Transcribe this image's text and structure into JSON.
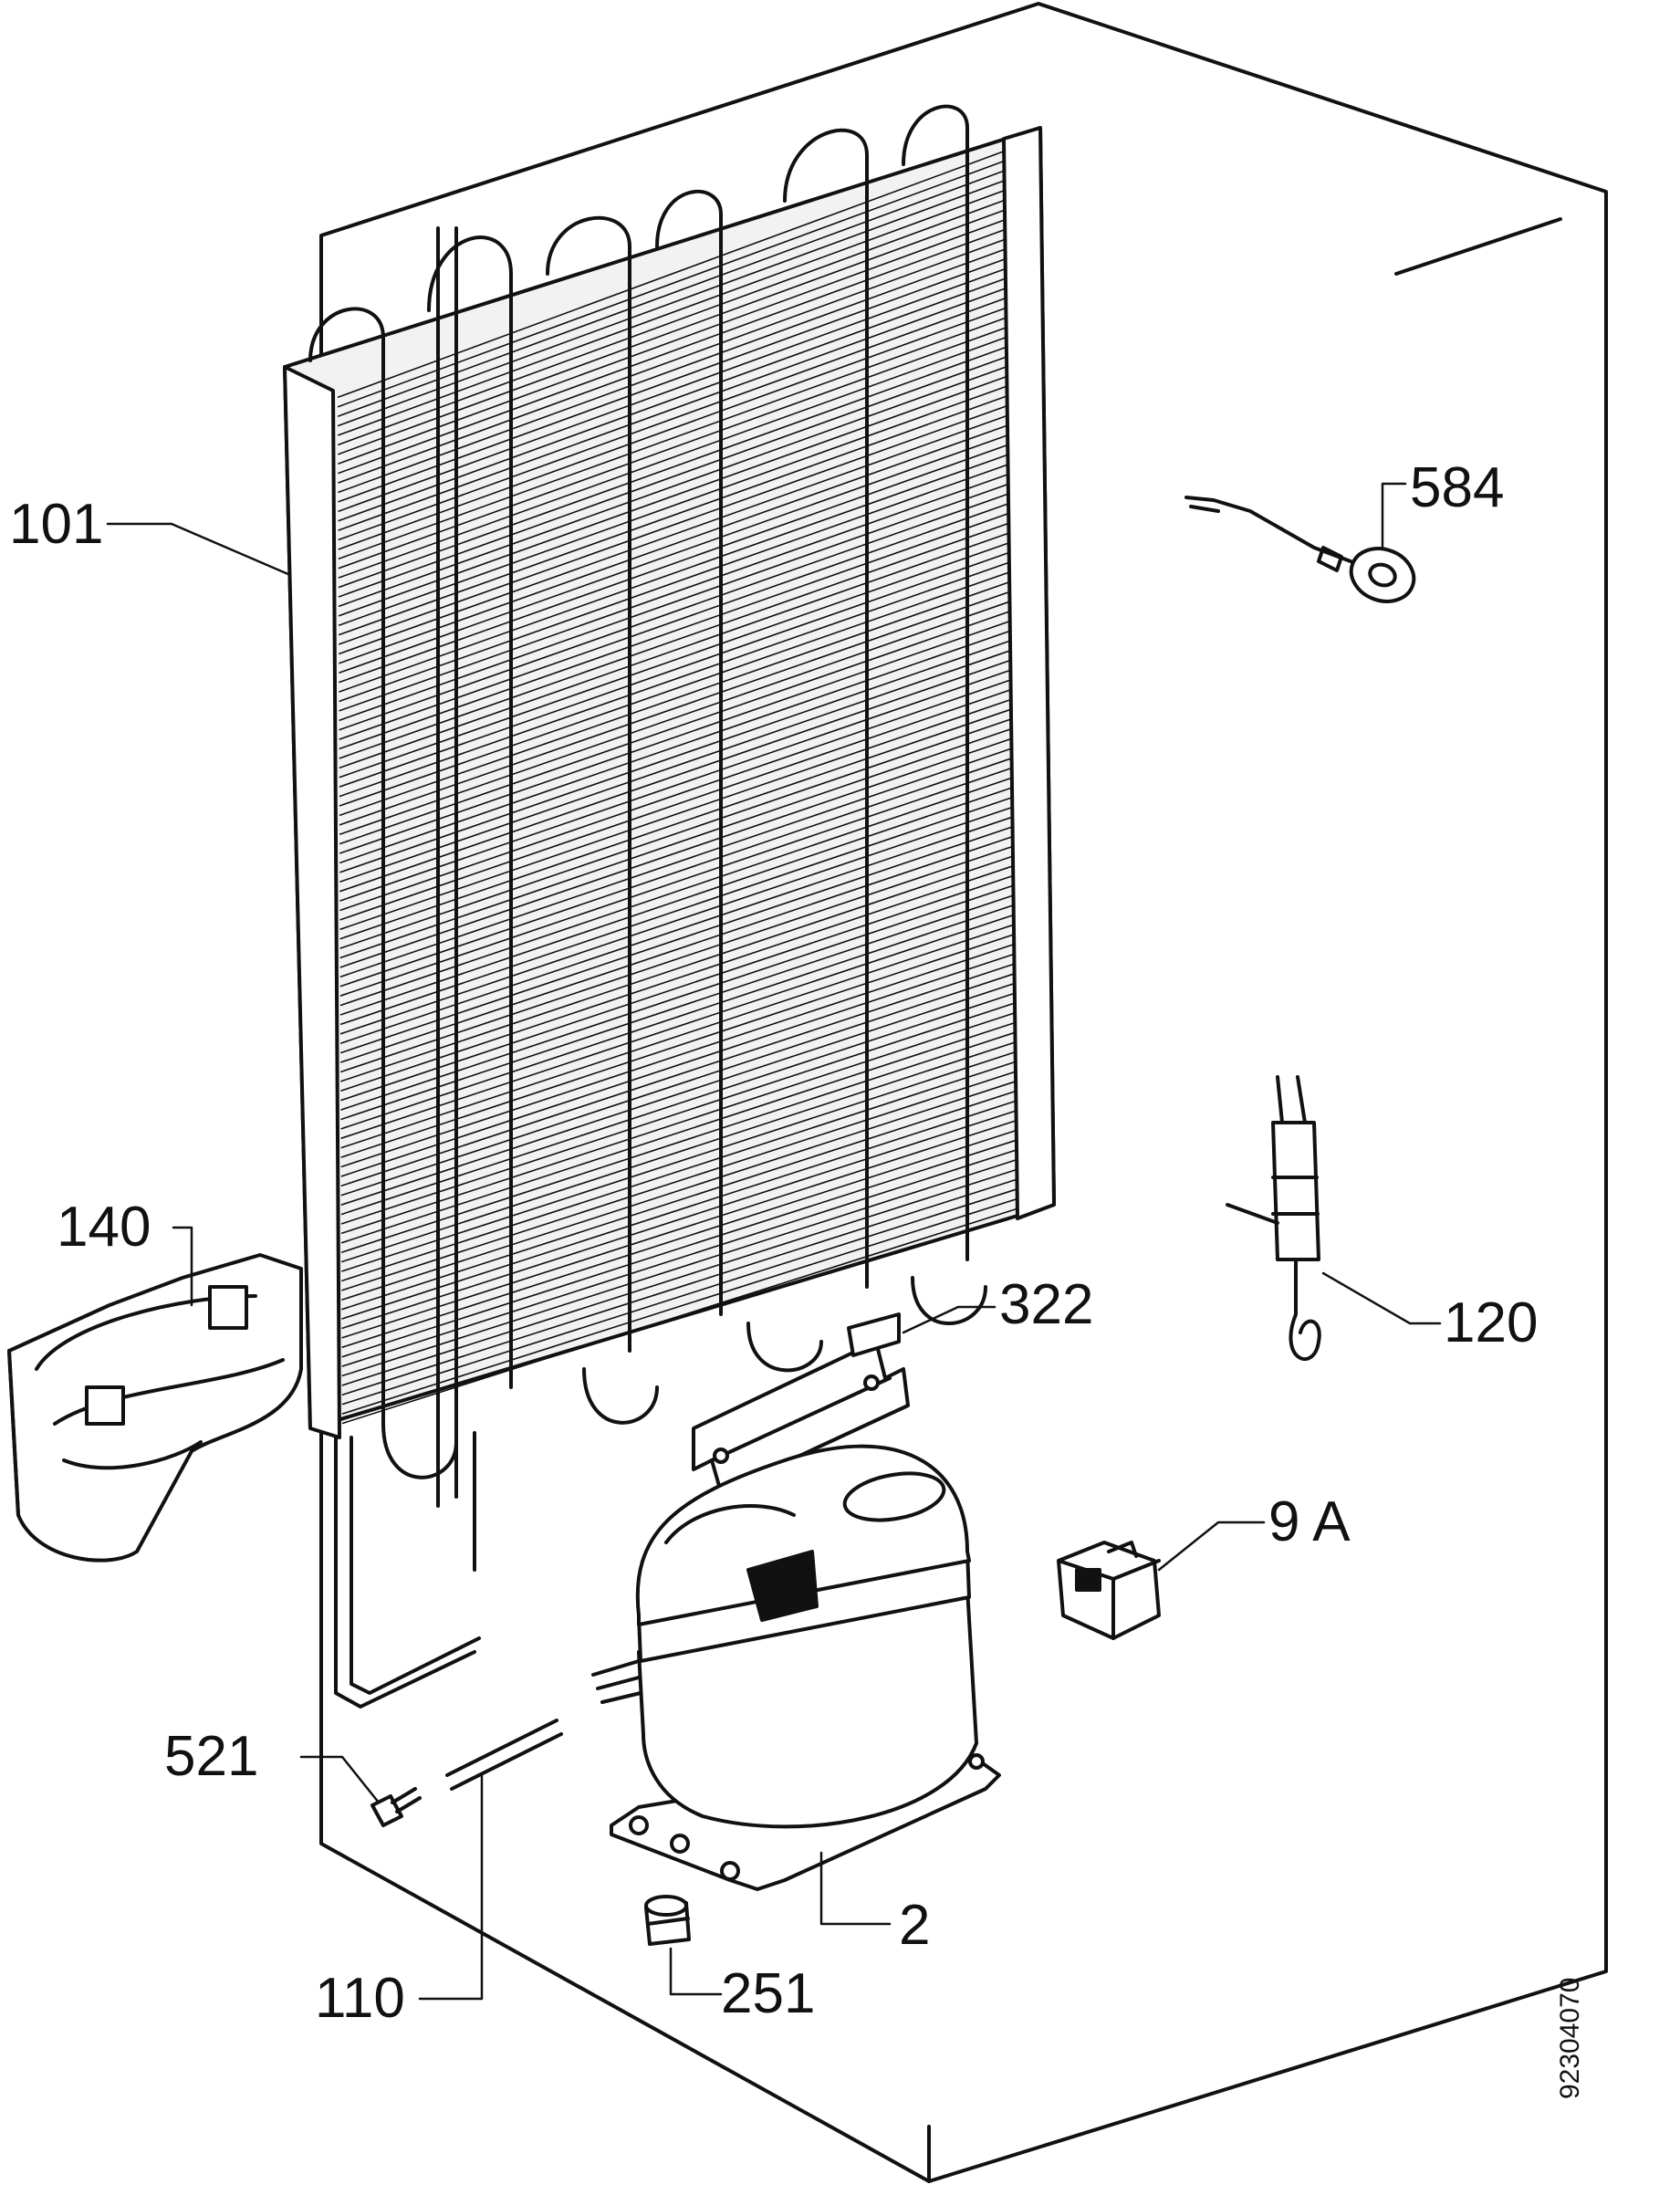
{
  "diagram": {
    "document_number": "92304070",
    "callouts": [
      {
        "id": "101",
        "label": "101",
        "part": "condenser"
      },
      {
        "id": "584",
        "label": "584",
        "part": "sensor-ring"
      },
      {
        "id": "140",
        "label": "140",
        "part": "drip-tray"
      },
      {
        "id": "322",
        "label": "322",
        "part": "bracket"
      },
      {
        "id": "120",
        "label": "120",
        "part": "drier-filter"
      },
      {
        "id": "9A",
        "label": "9 A",
        "part": "relay"
      },
      {
        "id": "521",
        "label": "521",
        "part": "screw"
      },
      {
        "id": "110",
        "label": "110",
        "part": "capillary-tube"
      },
      {
        "id": "2",
        "label": "2",
        "part": "compressor"
      },
      {
        "id": "251",
        "label": "251",
        "part": "grommet"
      }
    ]
  }
}
